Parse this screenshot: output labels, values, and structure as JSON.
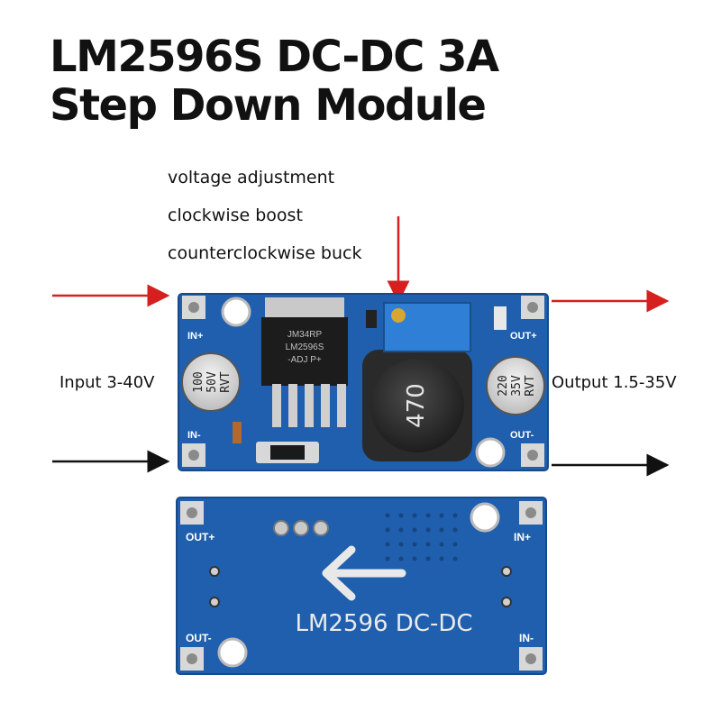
{
  "title": {
    "line1": "LM2596S DC-DC 3A",
    "line2": "Step Down Module"
  },
  "annotations": {
    "adjust": "voltage adjustment",
    "clockwise": "clockwise  boost",
    "counterclockwise": "counterclockwise buck"
  },
  "labels": {
    "input": "Input 3-40V",
    "output": "Output 1.5-35V"
  },
  "front_board": {
    "in_plus": "IN+",
    "in_minus": "IN-",
    "out_plus": "OUT+",
    "out_minus": "OUT-",
    "ic_line1": "JM34RP",
    "ic_line2": "LM2596S",
    "ic_line3": "-ADJ P+",
    "cap_in_line1": "100",
    "cap_in_line2": "50V",
    "cap_in_line3": "RVT",
    "cap_out_line1": "220",
    "cap_out_line2": "35V",
    "cap_out_line3": "RVT",
    "inductor": "470"
  },
  "back_board": {
    "out_plus": "OUT+",
    "out_minus": "OUT-",
    "in_plus": "IN+",
    "in_minus": "IN-",
    "marking": "LM2596 DC-DC"
  },
  "colors": {
    "pcb": "#1f5fae",
    "pcb_dark": "#174a8a",
    "arrow_red": "#d62020",
    "arrow_black": "#111111",
    "pot": "#2f7fd6"
  }
}
